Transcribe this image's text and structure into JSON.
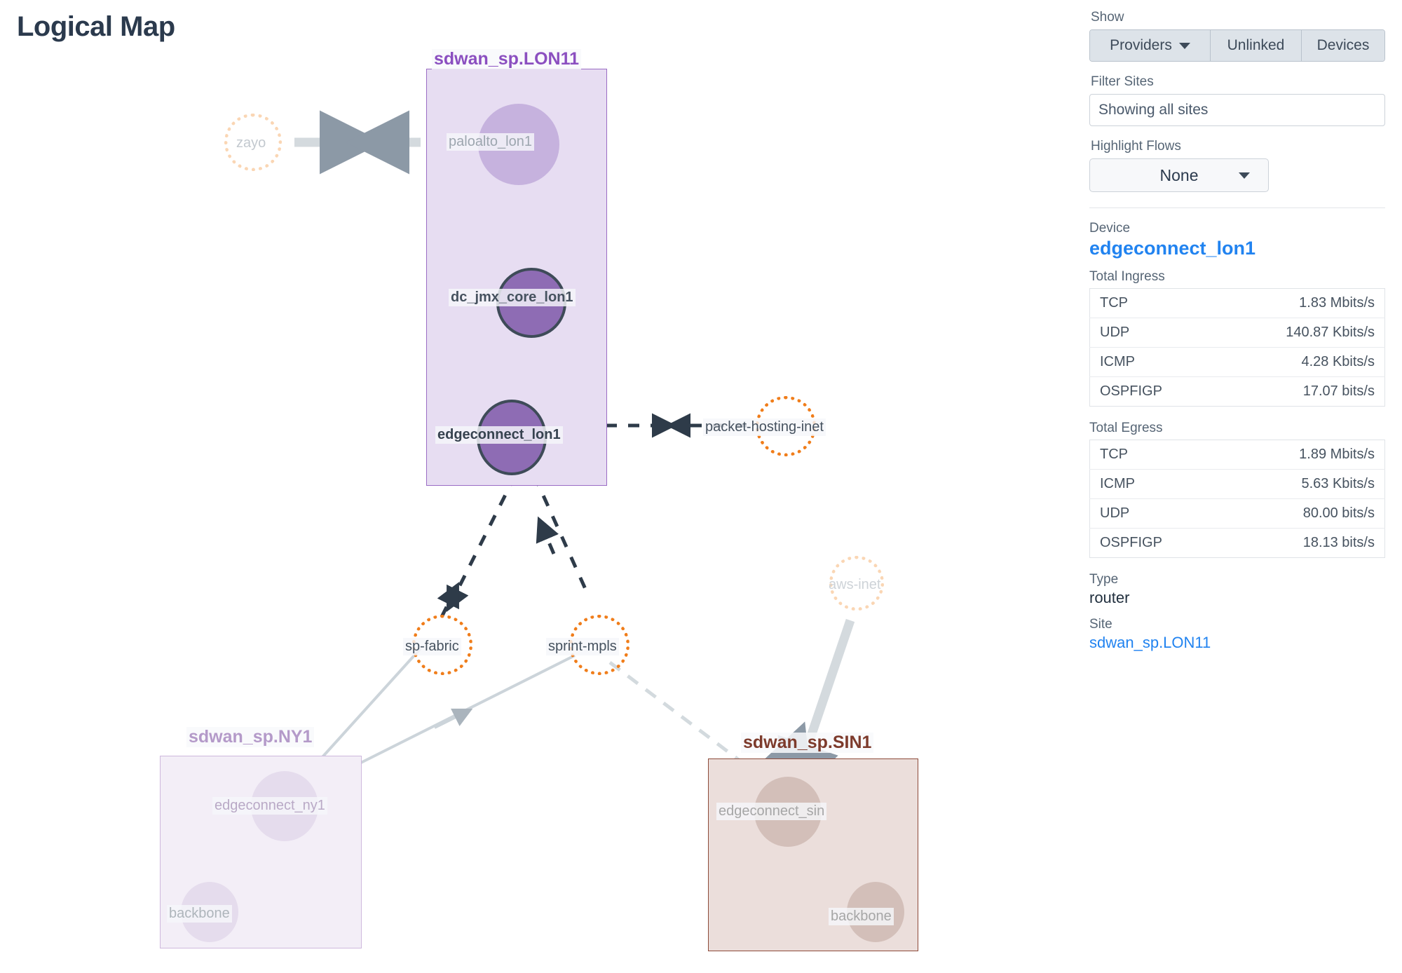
{
  "page": {
    "title": "Logical Map"
  },
  "controls": {
    "show_label": "Show",
    "segments": [
      {
        "label": "Providers",
        "has_caret": true,
        "icon": "chevron-down-icon"
      },
      {
        "label": "Unlinked",
        "has_caret": false
      },
      {
        "label": "Devices",
        "has_caret": false
      }
    ],
    "filter_sites_label": "Filter Sites",
    "filter_sites_value": "Showing all sites",
    "filter_sites_placeholder": "Showing all sites",
    "highlight_flows_label": "Highlight Flows",
    "highlight_flows_value": "None"
  },
  "details": {
    "device_label": "Device",
    "device_name": "edgeconnect_lon1",
    "ingress_label": "Total Ingress",
    "ingress": [
      {
        "proto": "TCP",
        "rate": "1.83 Mbits/s"
      },
      {
        "proto": "UDP",
        "rate": "140.87 Kbits/s"
      },
      {
        "proto": "ICMP",
        "rate": "4.28 Kbits/s"
      },
      {
        "proto": "OSPFIGP",
        "rate": "17.07 bits/s"
      }
    ],
    "egress_label": "Total Egress",
    "egress": [
      {
        "proto": "TCP",
        "rate": "1.89 Mbits/s"
      },
      {
        "proto": "ICMP",
        "rate": "5.63 Kbits/s"
      },
      {
        "proto": "UDP",
        "rate": "80.00 bits/s"
      },
      {
        "proto": "OSPFIGP",
        "rate": "18.13 bits/s"
      }
    ],
    "type_label": "Type",
    "type_value": "router",
    "site_label": "Site",
    "site_value": "sdwan_sp.LON11"
  },
  "map": {
    "sites": [
      {
        "id": "lon11",
        "label": "sdwan_sp.LON11",
        "color": "#8b4fc0",
        "fill": "#e7ddf2",
        "border": "#9a6cc4"
      },
      {
        "id": "ny1",
        "label": "sdwan_sp.NY1",
        "color": "#b49ac9",
        "fill": "#f3eef7",
        "border": "#ceb8dd"
      },
      {
        "id": "sin1",
        "label": "sdwan_sp.SIN1",
        "color": "#7d3b2c",
        "fill": "#ebdedb",
        "border": "#8d4a39"
      }
    ],
    "devices": [
      {
        "id": "paloalto_lon1",
        "label": "paloalto_lon1",
        "site": "lon11",
        "state": "normal"
      },
      {
        "id": "dc_jmx_core_lon1",
        "label": "dc_jmx_core_lon1",
        "site": "lon11",
        "state": "highlighted"
      },
      {
        "id": "edgeconnect_lon1",
        "label": "edgeconnect_lon1",
        "site": "lon11",
        "state": "selected"
      },
      {
        "id": "edgeconnect_ny1",
        "label": "edgeconnect_ny1",
        "site": "ny1",
        "state": "dim"
      },
      {
        "id": "backbone_ny1",
        "label": "backbone",
        "site": "ny1",
        "state": "dim"
      },
      {
        "id": "edgeconnect_sin",
        "label": "edgeconnect_sin",
        "site": "sin1",
        "state": "dim"
      },
      {
        "id": "backbone_sin",
        "label": "backbone",
        "site": "sin1",
        "state": "dim"
      }
    ],
    "providers": [
      {
        "id": "zayo",
        "label": "zayo",
        "state": "faded"
      },
      {
        "id": "packet-hosting-inet",
        "label": "packet-hosting-inet",
        "state": "active"
      },
      {
        "id": "sp-fabric",
        "label": "sp-fabric",
        "state": "active"
      },
      {
        "id": "sprint-mpls",
        "label": "sprint-mpls",
        "state": "active"
      },
      {
        "id": "aws-inet",
        "label": "aws-inet",
        "state": "faded"
      }
    ]
  },
  "colors": {
    "accent_link": "#2183f0",
    "provider_ring": "#f07d1a",
    "selected_node": "#8e6cb4",
    "highlight_edge": "#2e3b49",
    "title": "#2b3a4d"
  }
}
